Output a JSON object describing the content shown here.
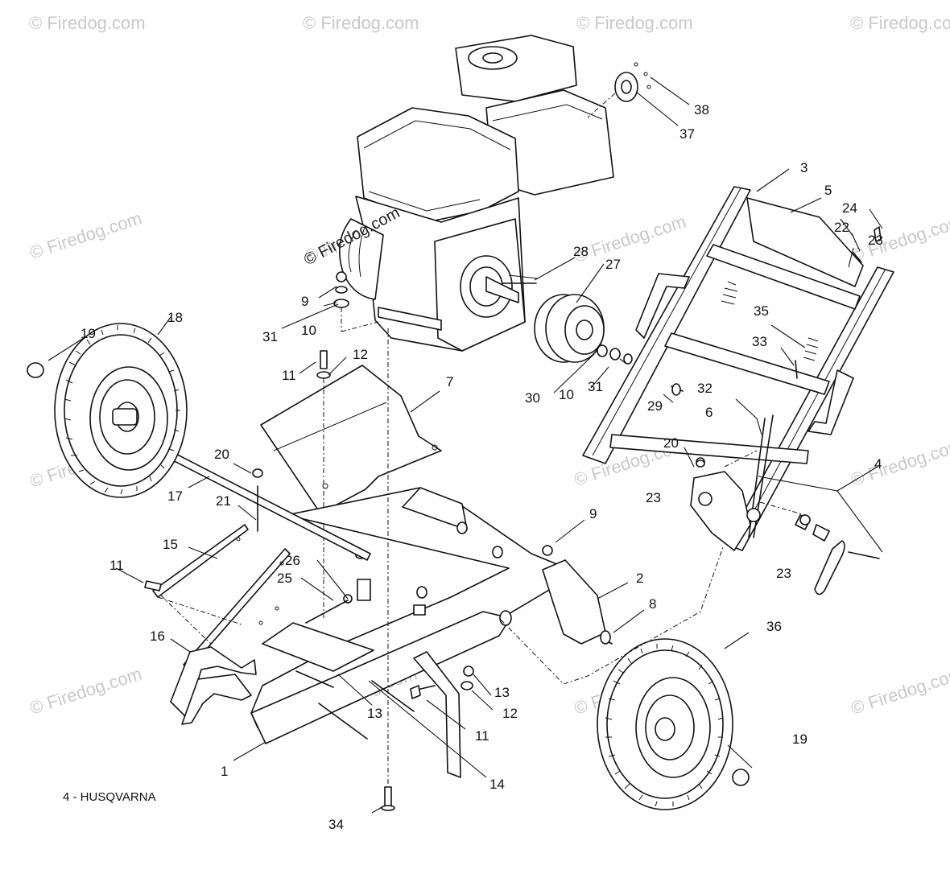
{
  "watermark": "© Firedog.com",
  "caption": "4 - HUSQVARNA",
  "callouts": [
    "1",
    "2",
    "3",
    "4",
    "5",
    "6",
    "7",
    "8",
    "9",
    "10",
    "11",
    "12",
    "13",
    "14",
    "15",
    "16",
    "17",
    "18",
    "19",
    "20",
    "21",
    "22",
    "23",
    "24",
    "25",
    "26",
    "27",
    "28",
    "29",
    "30",
    "31",
    "32",
    "33",
    "34",
    "35",
    "36",
    "37",
    "38"
  ]
}
